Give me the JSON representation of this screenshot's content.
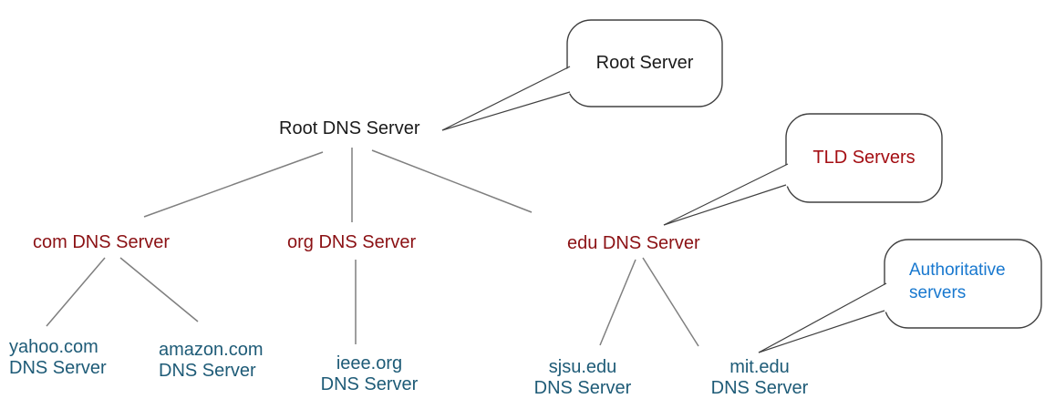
{
  "tree": {
    "root": "Root DNS Server",
    "level2": [
      "com DNS Server",
      "org DNS Server",
      "edu DNS Server"
    ],
    "leaves": [
      {
        "name": "yahoo.com",
        "suffix": "DNS Server"
      },
      {
        "name": "amazon.com",
        "suffix": "DNS Server"
      },
      {
        "name": "ieee.org",
        "suffix": "DNS Server"
      },
      {
        "name": "sjsu.edu",
        "suffix": "DNS Server"
      },
      {
        "name": "mit.edu",
        "suffix": "DNS Server"
      }
    ]
  },
  "callouts": {
    "root": "Root Server",
    "tld": "TLD Servers",
    "authoritative": "Authoritative servers"
  },
  "colors": {
    "root_text": "#1a1a1a",
    "level2_text": "#8b1114",
    "leaf_text": "#1e5b77",
    "callout_tld_text": "#a40e13",
    "callout_authoritative_text": "#1878cf",
    "edge_line": "#7f7f7f",
    "callout_border": "#404040",
    "background": "#ffffff"
  }
}
